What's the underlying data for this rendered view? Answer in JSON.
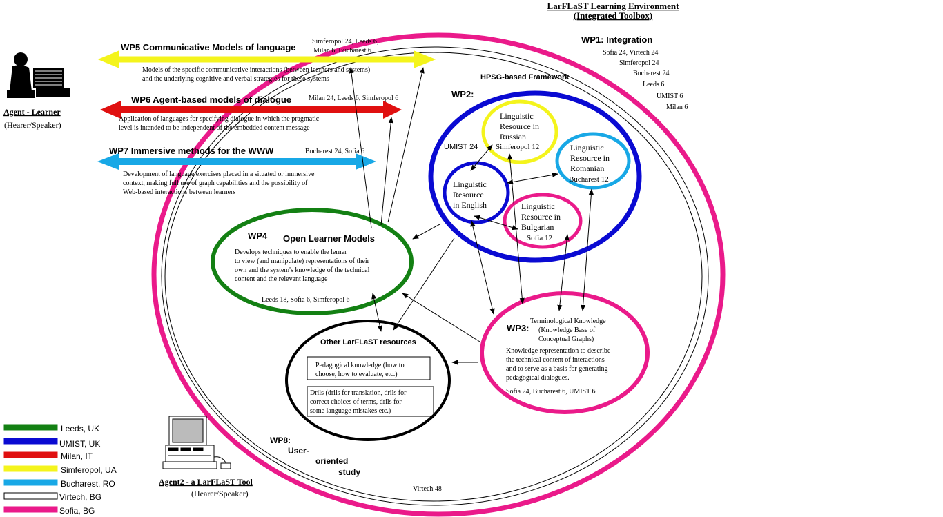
{
  "title": {
    "line1": "LarFLaST Learning Environment",
    "line2": "(Integrated Toolbox)"
  },
  "colors": {
    "leeds": "#138013",
    "umist": "#0a0ad2",
    "milan": "#e01010",
    "simferopol": "#f4f41c",
    "bucharest": "#18a8e6",
    "virtech": "#ffffff",
    "sofia": "#ea1a8a"
  },
  "agent_learner": {
    "label": "Agent - Learner",
    "role": "(Hearer/Speaker)",
    "icon": "person-at-computer-icon"
  },
  "agent2": {
    "label": "Agent2 - a LarFLaST Tool",
    "role": "(Hearer/Speaker)",
    "icon": "computer-icon"
  },
  "wp1": {
    "title": "WP1: Integration",
    "partners": [
      "Sofia 24, Virtech 24",
      "Simferopol 24",
      "Bucharest 24",
      "Leeds 6",
      "UMIST 6",
      "Milan 6"
    ]
  },
  "wp5": {
    "title": "WP5  Communicative Models of language",
    "partners_line1": "Simferopol 24, Leeds 6,",
    "partners_line2": "Milan 6, Bucharest 6",
    "desc_line1": "Models of the specific communicative interactions (between learners and systems)",
    "desc_line2": "and the underlying cognitive and verbal strategies for these systems"
  },
  "wp6": {
    "title": "WP6  Agent-based models of dialogue",
    "partners": "Milan 24, Leeds 6, Simferopol 6",
    "desc_line1": "Application of languages for specifying dialogue in which the pragmatic",
    "desc_line2": "level is intended to be independent of the embedded content message"
  },
  "wp7": {
    "title": "WP7  Immersive methods for the WWW",
    "partners": "Bucharest 24, Sofia 6",
    "desc_line1": "Development of language exercises placed in a situated or immersive",
    "desc_line2": "context, making full use of graph capabilities and the possibility of",
    "desc_line3": "Web-based interactions between learners"
  },
  "wp2": {
    "framework": "HPSG-based  Framework",
    "title": "WP2:",
    "umist": "UMIST 24",
    "russian": [
      "Linguistic",
      "Resource in",
      "Russian",
      "Simferopol 12"
    ],
    "romanian": [
      "Linguistic",
      "Resource in",
      "Romanian",
      "Bucharest 12"
    ],
    "english": [
      "Linguistic",
      "Resource",
      "in English"
    ],
    "bulgarian": [
      "Linguistic",
      "Resource in",
      "Bulgarian",
      "Sofia 12"
    ]
  },
  "wp4": {
    "label": "WP4",
    "title": "Open Learner Models",
    "desc": [
      "Develops techniques to enable the lerner",
      "to view (and manipulate)  representations of their",
      "own and the system's knowledge of the technical",
      "content and the relevant language"
    ],
    "partners": "Leeds 18, Sofia 6, Simferopol 6"
  },
  "wp3": {
    "label": "WP3:",
    "tk": [
      "Terminological Knowledge",
      "(Knowledge Base of",
      "Conceptual Graphs)"
    ],
    "desc": [
      "Knowledge representation to describe",
      "the technical content of  interactions",
      "and to serve as a basis for generating",
      "pedagogical dialogues."
    ],
    "partners": "Sofia 24, Bucharest 6, UMIST 6"
  },
  "other": {
    "title": "Other LarFLaST resources",
    "box1": [
      "Pedagogical knowledge (how to",
      "choose, how to evaluate, etc.)"
    ],
    "box2": [
      "Drils (drils for translation, drils for",
      "correct choices of terms, drils for",
      "some language mistakes etc.)"
    ]
  },
  "wp8": {
    "lines": [
      "WP8:",
      "User-",
      "oriented",
      "study"
    ],
    "partners": "Virtech 48"
  },
  "legend": [
    {
      "label": "Leeds, UK",
      "color": "#138013"
    },
    {
      "label": "UMIST, UK",
      "color": "#0a0ad2"
    },
    {
      "label": "Milan, IT",
      "color": "#e01010"
    },
    {
      "label": "Simferopol, UA",
      "color": "#f4f41c"
    },
    {
      "label": "Bucharest, RO",
      "color": "#18a8e6"
    },
    {
      "label": "Virtech, BG",
      "color": "#ffffff"
    },
    {
      "label": "Sofia, BG",
      "color": "#ea1a8a"
    }
  ]
}
